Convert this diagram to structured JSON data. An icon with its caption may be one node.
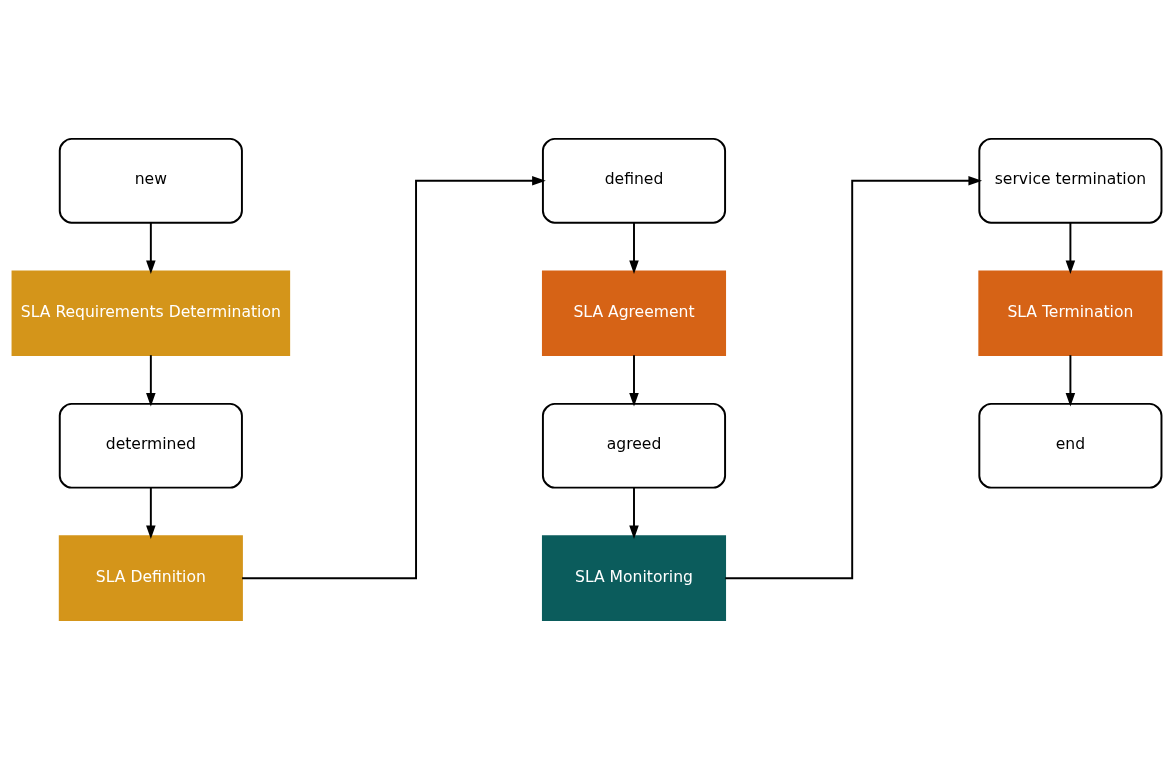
{
  "diagram": {
    "nodes": [
      {
        "text": [
          "new"
        ]
      },
      {
        "text": [
          "SLA Requirements Determination"
        ]
      },
      {
        "text": [
          "determined"
        ]
      },
      {
        "text": [
          "SLA Definition"
        ]
      },
      {
        "text": [
          "defined"
        ]
      },
      {
        "text": [
          "SLA Agreement"
        ]
      },
      {
        "text": [
          "agreed"
        ]
      },
      {
        "text": [
          "SLA Monitoring"
        ]
      },
      {
        "text": [
          "service termination"
        ]
      },
      {
        "text": [
          "SLA Termination"
        ]
      },
      {
        "text": [
          "end"
        ]
      }
    ],
    "edges": [
      {
        "from": 0,
        "to": 1,
        "arrow": "to"
      },
      {
        "from": 1,
        "to": 2,
        "arrow": "to"
      },
      {
        "from": 2,
        "to": 3,
        "arrow": "to"
      },
      {
        "from": 3,
        "to": 4,
        "arrow": "to"
      },
      {
        "from": 4,
        "to": 5,
        "arrow": "to"
      },
      {
        "from": 5,
        "to": 6,
        "arrow": "to"
      },
      {
        "from": 6,
        "to": 7,
        "arrow": "to"
      },
      {
        "from": 7,
        "to": 8,
        "arrow": "to"
      },
      {
        "from": 8,
        "to": 9,
        "arrow": "to"
      },
      {
        "from": 9,
        "to": 10,
        "arrow": "to"
      }
    ]
  }
}
